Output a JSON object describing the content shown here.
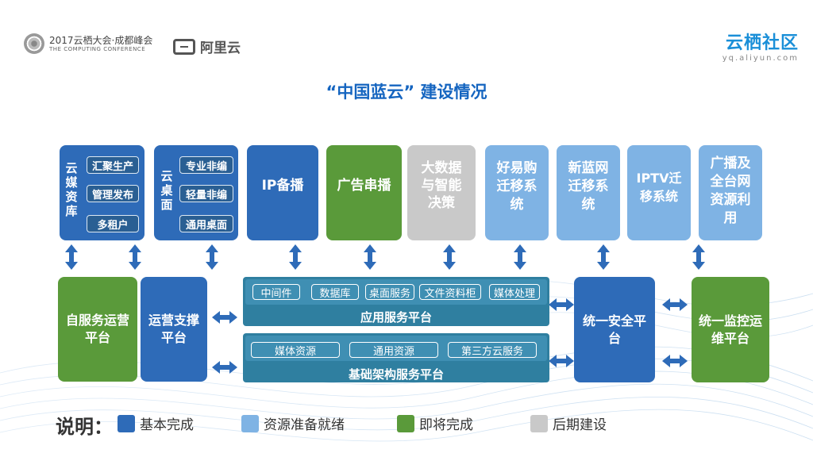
{
  "header": {
    "conf_title": "2017云栖大会·成都峰会",
    "conf_sub": "THE COMPUTING CONFERENCE",
    "aliyun": "阿里云",
    "brand": "云栖社区",
    "brand_url": "yq.aliyun.com"
  },
  "title": "“中国蓝云” 建设情况",
  "top_row": {
    "cloud_media": {
      "label": "云媒资库",
      "items": [
        "汇聚生产",
        "管理发布",
        "多租户"
      ]
    },
    "cloud_desktop": {
      "label": "云桌面",
      "items": [
        "专业非编",
        "轻量非编",
        "通用桌面"
      ]
    },
    "ip_backup": "IP备播",
    "ad_insert": "广告串播",
    "big_data": "大数据与智能决策",
    "haoyigou": "好易购迁移系统",
    "xinlan": "新蓝网迁移系统",
    "iptv": "IPTV迁移系统",
    "broadcast": "广播及全台网资源利用"
  },
  "middle": {
    "self_service": "自服务运营平台",
    "ops_support": "运营支撑平台",
    "app_platform": {
      "label": "应用服务平台",
      "items": [
        "中间件",
        "数据库",
        "桌面服务",
        "文件资料柜",
        "媒体处理"
      ]
    },
    "base_platform": {
      "label": "基础架构服务平台",
      "items": [
        "媒体资源",
        "通用资源",
        "第三方云服务"
      ]
    },
    "security": "统一安全平台",
    "monitor": "统一监控运维平台"
  },
  "legend": {
    "title": "说明：",
    "items": [
      {
        "label": "基本完成",
        "color": "#2e6bb8"
      },
      {
        "label": "资源准备就绪",
        "color": "#7fb3e4"
      },
      {
        "label": "即将完成",
        "color": "#5a9a3a"
      },
      {
        "label": "后期建设",
        "color": "#c9c9c9"
      }
    ]
  }
}
